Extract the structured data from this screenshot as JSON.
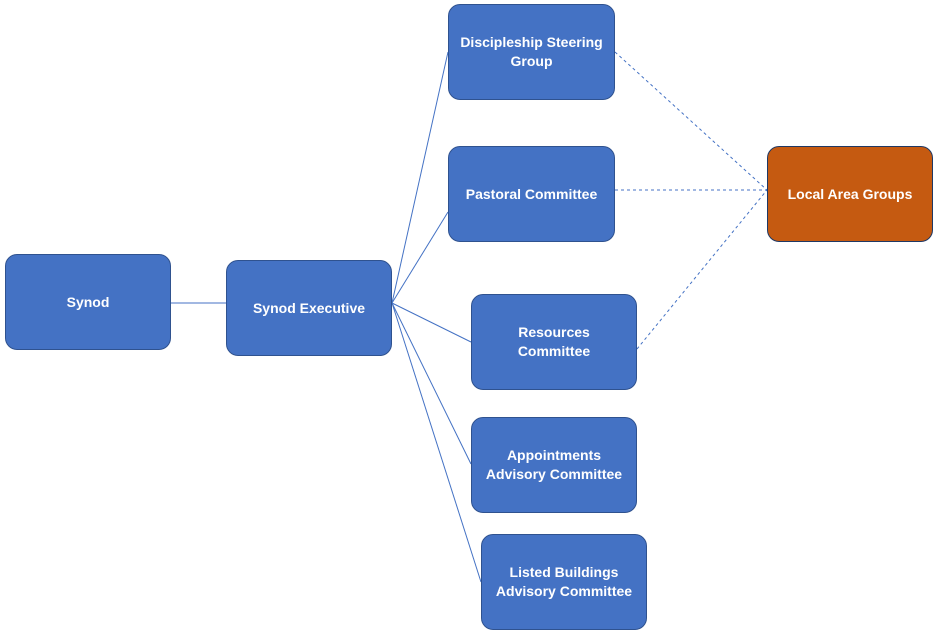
{
  "nodes": {
    "synod": "Synod",
    "synod_executive": "Synod Executive",
    "discipleship": "Discipleship Steering\nGroup",
    "pastoral": "Pastoral Committee",
    "resources": "Resources Committee",
    "appointments": "Appointments\nAdvisory Committee",
    "listed_buildings": "Listed Buildings\nAdvisory Committee",
    "local_area": "Local Area Groups"
  },
  "colors": {
    "box_fill": "#4472c4",
    "box_border": "#2f528f",
    "highlight_fill": "#c55a11",
    "connector": "#4472c4"
  }
}
